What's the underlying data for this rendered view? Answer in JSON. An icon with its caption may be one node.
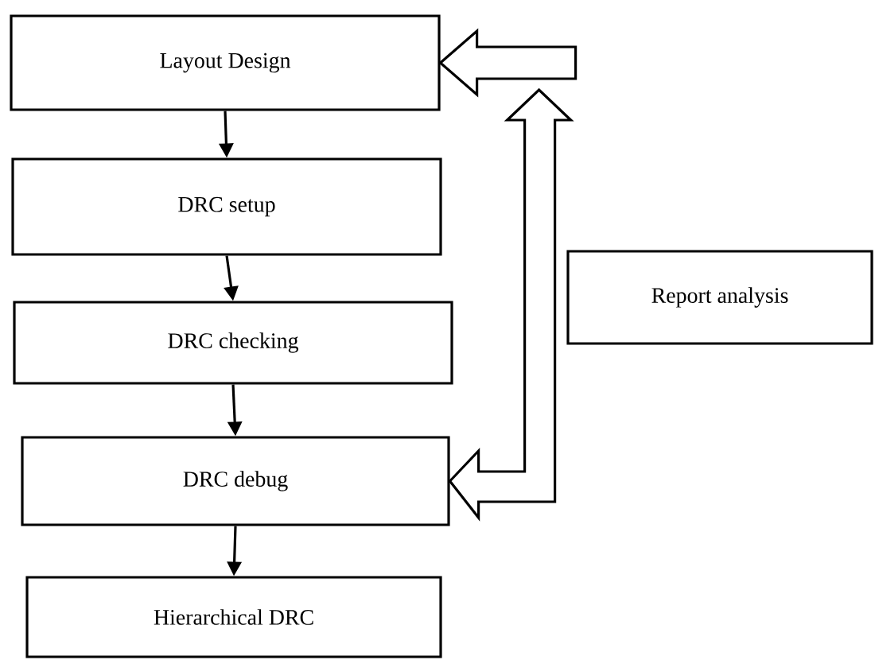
{
  "diagram": {
    "nodes": [
      {
        "text": [
          "Layout Design"
        ]
      },
      {
        "text": [
          "DRC setup"
        ]
      },
      {
        "text": [
          "DRC checking"
        ]
      },
      {
        "text": [
          "DRC debug"
        ]
      },
      {
        "text": [
          "Hierarchical DRC"
        ]
      },
      {
        "text": [
          "Report analysis"
        ]
      }
    ],
    "edges": [
      {
        "from": 0,
        "to": 1,
        "arrow": "to"
      },
      {
        "from": 1,
        "to": 2,
        "arrow": "to"
      },
      {
        "from": 2,
        "to": 3,
        "arrow": "to"
      },
      {
        "from": 3,
        "to": 4,
        "arrow": "to"
      },
      {
        "from": null,
        "to": 0,
        "arrow": "to",
        "style": "thick"
      },
      {
        "from": null,
        "to": 3,
        "arrow": "both",
        "style": "thick"
      }
    ]
  }
}
